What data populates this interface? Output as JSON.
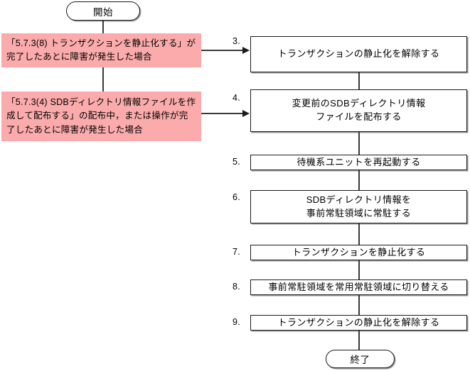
{
  "diagram": {
    "title_text": "",
    "colors": {
      "condition_fill": "#fbabab",
      "node_border": "#1a1a1a",
      "node_fill": "#ffffff",
      "connector": "#3a3a3a",
      "shadow": "#9a9a9a"
    },
    "start_node": {
      "label": "開始"
    },
    "end_node": {
      "label": "終了"
    },
    "conditions": [
      {
        "text": "「5.7.3(8) トランザクションを静止化する」が完了したあとに障害が発生した場合"
      },
      {
        "text": "「5.7.3(4) SDBディレクトリ情報ファイルを作成して配布する」の配布中，または操作が完了したあとに障害が発生した場合"
      }
    ],
    "steps": [
      {
        "number": "3.",
        "label": "トランザクションの静止化を解除する"
      },
      {
        "number": "4.",
        "label": "変更前のSDBディレクトリ情報\nファイルを配布する"
      },
      {
        "number": "5.",
        "label": "待機系ユニットを再起動する"
      },
      {
        "number": "6.",
        "label": "SDBディレクトリ情報を\n事前常駐領域に常駐する"
      },
      {
        "number": "7.",
        "label": "トランザクションを静止化する"
      },
      {
        "number": "8.",
        "label": "事前常駐領域を常用常駐領域に切り替える"
      },
      {
        "number": "9.",
        "label": "トランザクションの静止化を解除する"
      }
    ]
  }
}
